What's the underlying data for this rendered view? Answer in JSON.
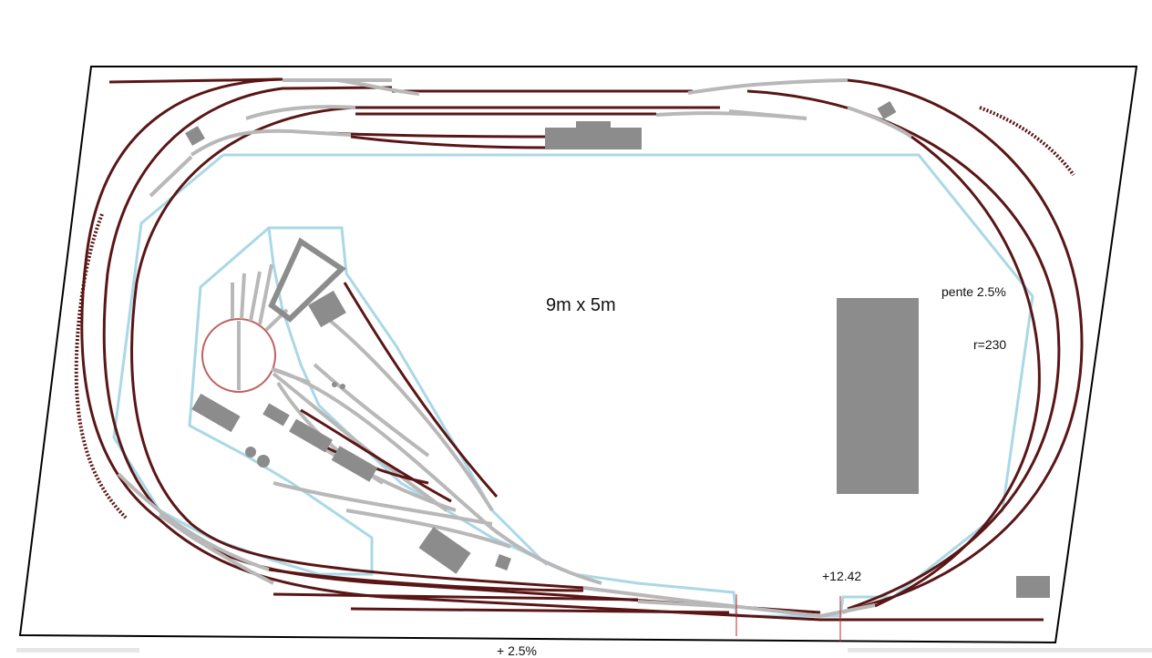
{
  "diagram": {
    "labels": {
      "dimensions": "9m x 5m",
      "gradient": "pente 2.5%",
      "radius": "r=230",
      "elevation": "+12.42",
      "bottom_partial": "+ 2.5%"
    },
    "colors": {
      "track": "#5a1616",
      "siding_track": "#b8b8b8",
      "scenery_border": "#a9d8e6",
      "building": "#8c8c8c",
      "board_border": "#000000",
      "marker": "#cc2222"
    }
  }
}
